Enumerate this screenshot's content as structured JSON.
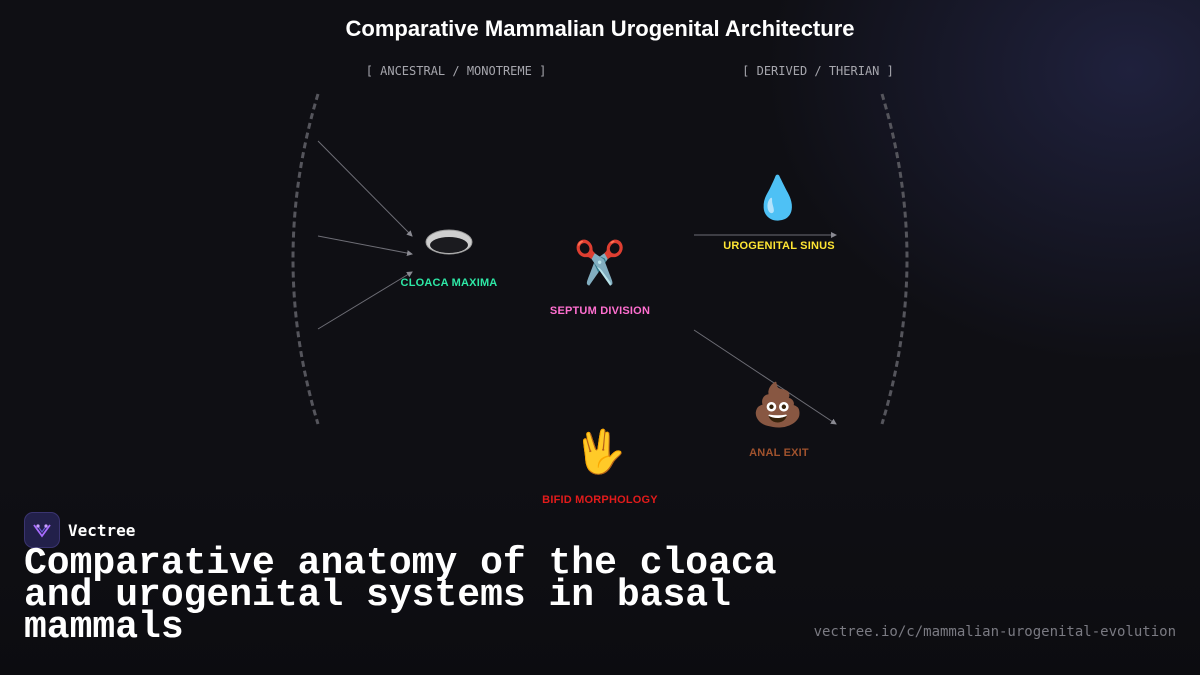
{
  "header": {
    "title": "Comparative Mammalian Urogenital Architecture"
  },
  "columns": {
    "left_label": "[ ANCESTRAL / MONOTREME ]",
    "right_label": "[ DERIVED / THERIAN ]"
  },
  "nodes": [
    {
      "id": "cloaca",
      "icon": "⬬",
      "icon_name": "cloaca-opening-icon",
      "label": "CLOACA MAXIMA",
      "color": "#2ee8a6"
    },
    {
      "id": "septum",
      "icon": "✂️",
      "icon_name": "scissors-icon",
      "label": "SEPTUM DIVISION",
      "color": "#ff6fd0"
    },
    {
      "id": "sinus",
      "icon": "💧",
      "icon_name": "droplet-icon",
      "label": "UROGENITAL SINUS",
      "color": "#ffe633"
    },
    {
      "id": "anal",
      "icon": "💩",
      "icon_name": "poop-icon",
      "label": "ANAL EXIT",
      "color": "#a0522d"
    },
    {
      "id": "bifid",
      "icon": "🖖",
      "icon_name": "split-hand-icon",
      "label": "BIFID MORPHOLOGY",
      "color": "#e21b1b"
    }
  ],
  "brand": {
    "name": "Vectree"
  },
  "footer": {
    "headline": "Comparative anatomy of the cloaca and urogenital systems in basal mammals",
    "url": "vectree.io/c/mammalian-urogenital-evolution"
  }
}
